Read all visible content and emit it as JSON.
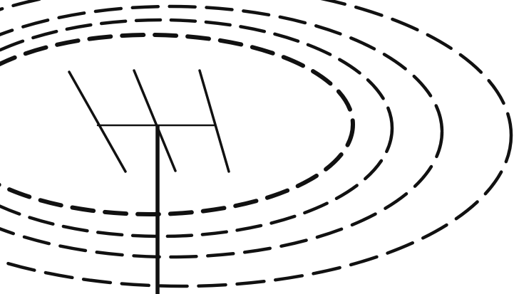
{
  "diagram": {
    "subject": "antenna-radiation-pattern",
    "antenna": {
      "type": "yagi",
      "element_count": 3,
      "icon": "antenna-icon"
    },
    "radiation_lobes": {
      "count": 4,
      "line_style": "dashed"
    },
    "colors": {
      "background": "#ffffff",
      "ink": "#111111"
    }
  }
}
